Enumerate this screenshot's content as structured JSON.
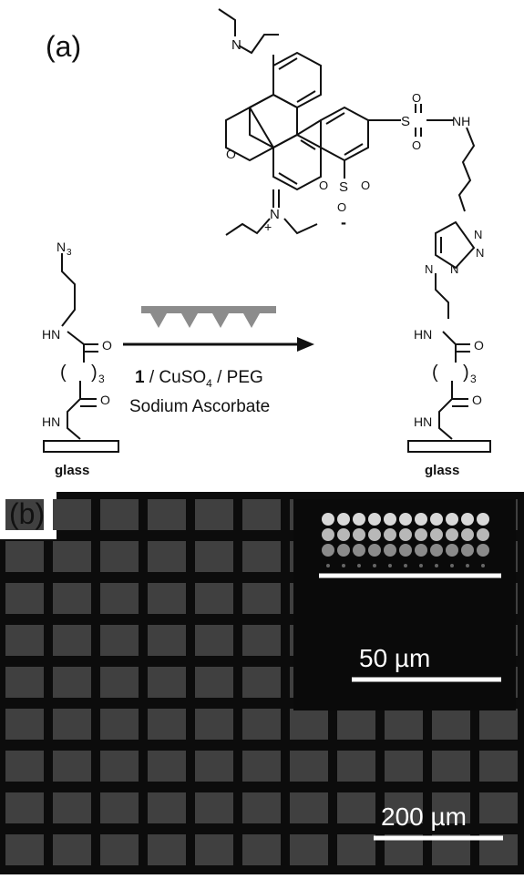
{
  "panel_a": {
    "label": "(a)",
    "reagents_line1_bold": "1",
    "reagents_line1_rest": " / CuSO",
    "reagents_line1_sub": "4",
    "reagents_line1_tail": " / PEG",
    "reagents_line2": "Sodium Ascorbate",
    "left_structure": {
      "azide": "N",
      "azide_sub": "3",
      "amide1": "HN",
      "amide2": "HN",
      "carbonyl": "O",
      "chain": "(",
      "chain_close": ")",
      "chain_sub": "3",
      "substrate": "glass"
    },
    "right_structure": {
      "sulfonamide_nh": "NH",
      "sulfonyl_s": "S",
      "sulfonyl_o": "O",
      "sulfonate_s": "S",
      "sulfonate_o": "O",
      "charge_minus": "-",
      "charge_plus": "+",
      "xanthene_o": "O",
      "amine_n": "N",
      "triazole_n": "N",
      "amide1": "HN",
      "amide2": "HN",
      "carbonyl": "O",
      "chain": "(",
      "chain_close": ")",
      "chain_sub": "3",
      "substrate": "glass"
    }
  },
  "panel_b": {
    "label": "(b)",
    "inset_scale_bar": "50 µm",
    "main_scale_bar": "200 µm"
  },
  "colors": {
    "background": "#ffffff",
    "micrograph": "#0c0c0c",
    "square": "#404040",
    "scale_bar": "#ffffff"
  }
}
